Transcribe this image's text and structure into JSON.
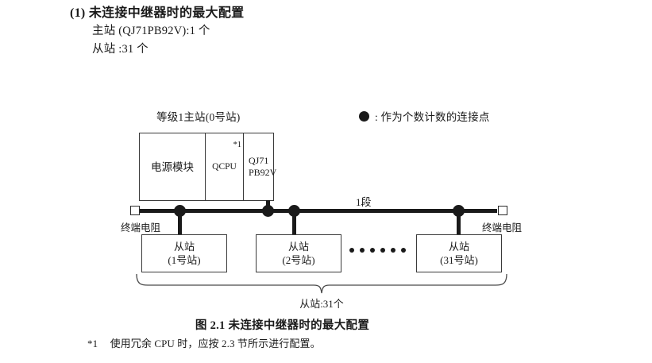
{
  "heading": {
    "section_title": "(1) 未连接中继器时的最大配置",
    "specs": [
      "主站 (QJ71PB92V):1 个",
      "从站 :31 个"
    ]
  },
  "legend": {
    "marker": "filled-circle",
    "text": ":  作为个数计数的连接点"
  },
  "diagram": {
    "master": {
      "label": "等级1主站(0号站)",
      "cells": {
        "power_supply": "电源模块",
        "cpu": "QCPU",
        "cpu_note": "*1",
        "network_module": "QJ71\nPB92V"
      }
    },
    "bus": {
      "segment_label": "1段",
      "terminator_left": "终端电阻",
      "terminator_right": "终端电阻",
      "node_count": 4
    },
    "slaves": [
      {
        "name": "从站",
        "station": "(1号站)"
      },
      {
        "name": "从站",
        "station": "(2号站)"
      },
      {
        "name": "从站",
        "station": "(31号站)"
      }
    ],
    "ellipsis_dots": 6,
    "brace_label": "从站:31个"
  },
  "caption": "图 2.1  未连接中继器时的最大配置",
  "footnote": {
    "mark": "*1",
    "text": "使用冗余 CPU 时，应按 2.3 节所示进行配置。"
  },
  "colors": {
    "ink": "#1a1a1a",
    "rule": "#3a3a3a",
    "paper": "#ffffff"
  }
}
